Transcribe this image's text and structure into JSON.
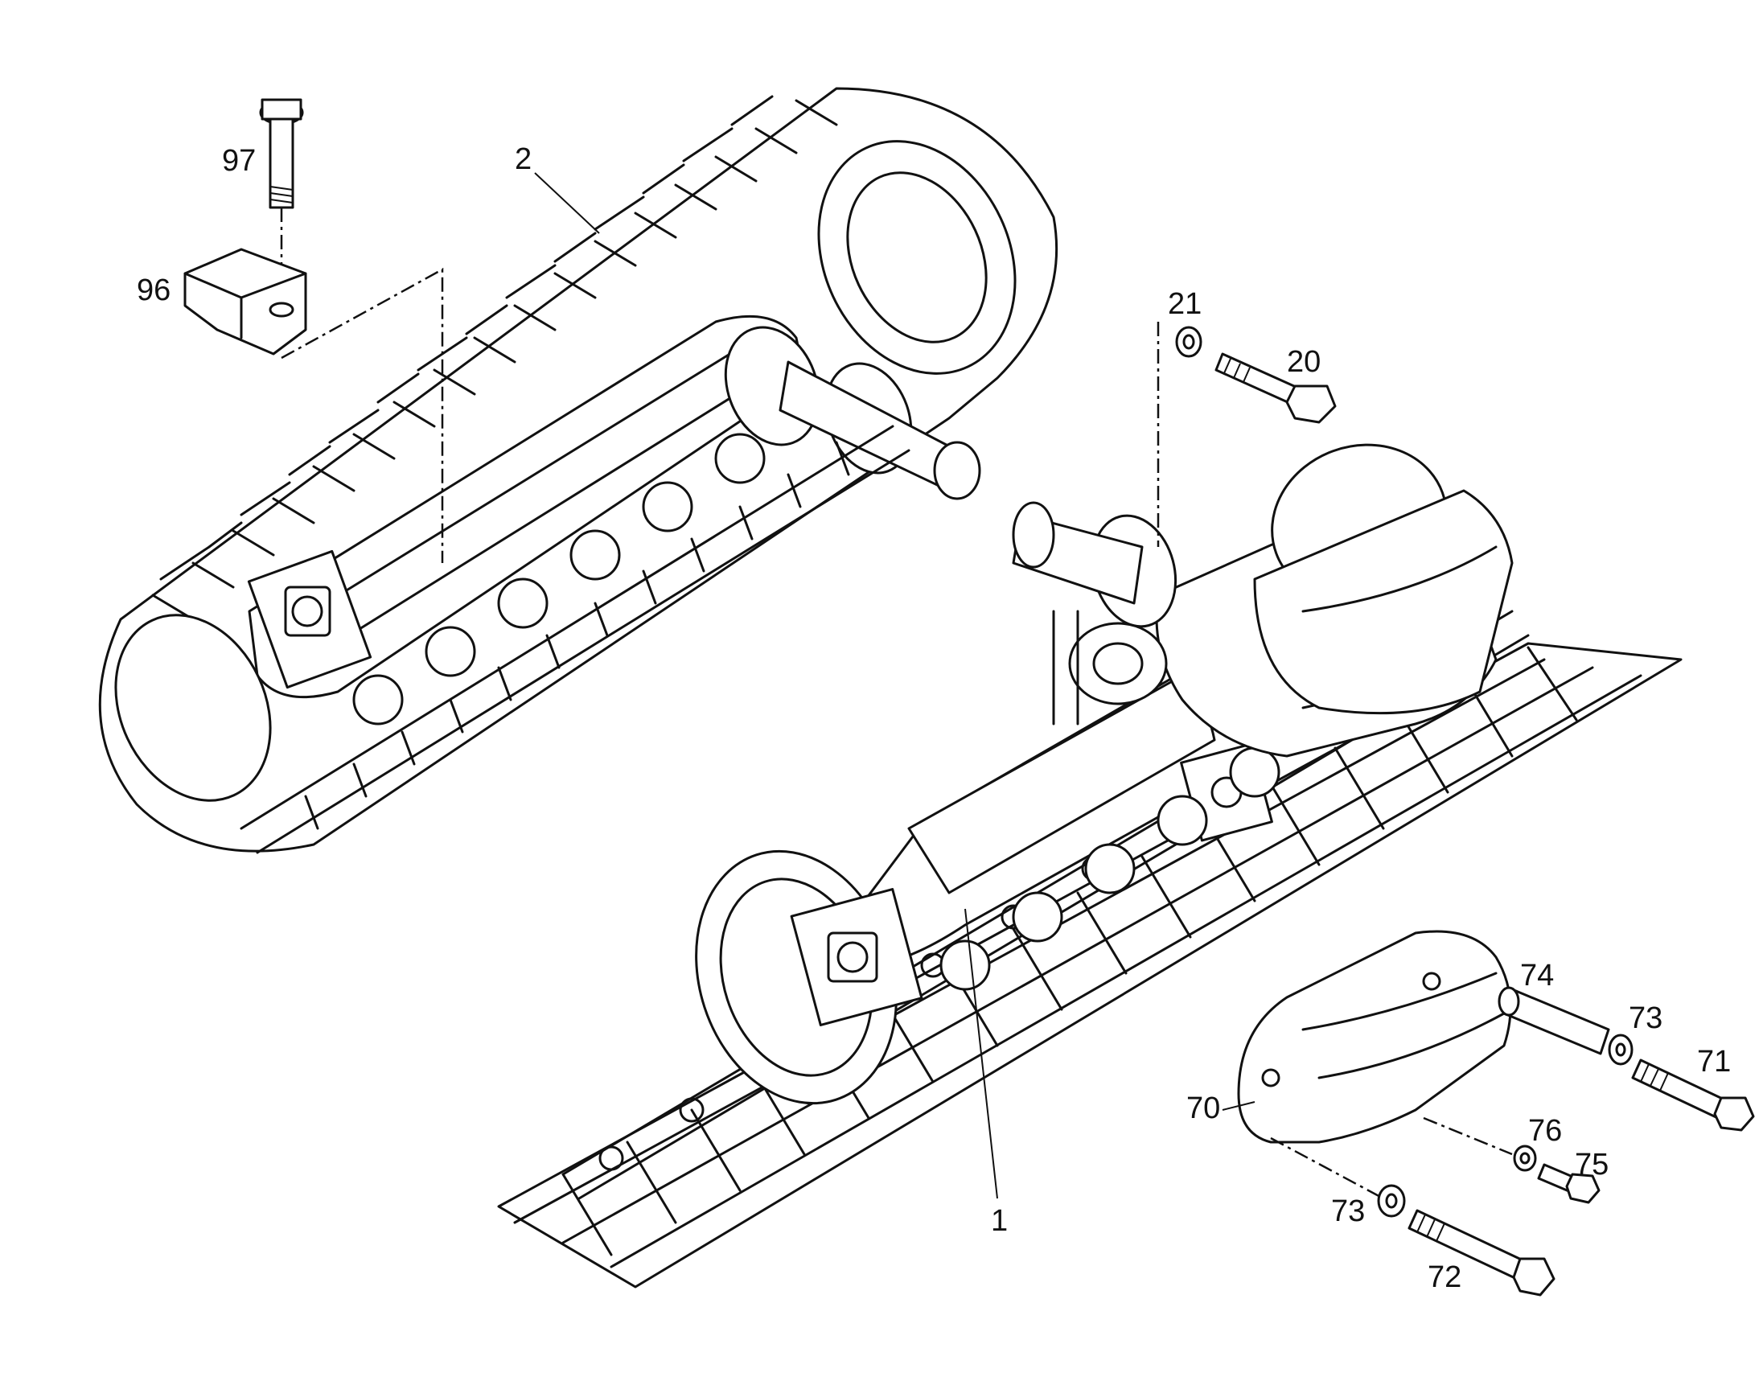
{
  "diagram": {
    "callouts": {
      "c1": "1",
      "c2": "2",
      "c20": "20",
      "c21": "21",
      "c70": "70",
      "c71": "71",
      "c72": "72",
      "c73a": "73",
      "c73b": "73",
      "c74": "74",
      "c75": "75",
      "c76": "76",
      "c96": "96",
      "c97": "97"
    },
    "icons": {
      "track_left": "crawler-track-assembly",
      "track_right": "crawler-track-assembly",
      "bolt": "hex-bolt",
      "washer": "washer",
      "clamp": "clamp-block",
      "cover": "drive-cover"
    }
  }
}
